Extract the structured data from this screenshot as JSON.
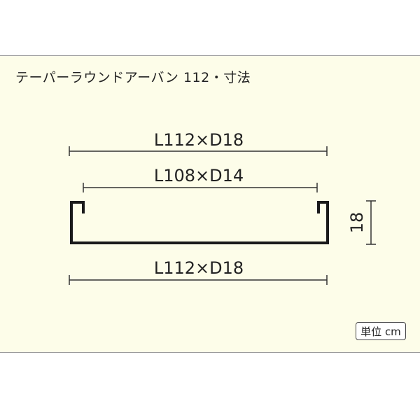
{
  "title": "テーパーラウンドアーバン 112・寸法",
  "dimensions": {
    "top_outer": "L112×D18",
    "inner": "L108×D14",
    "bottom_outer": "L112×D18",
    "depth": "18"
  },
  "unit_label": "単位 cm",
  "colors": {
    "panel_bg": "#fdfde9",
    "profile": "#1a1a1a",
    "line": "#333333"
  }
}
